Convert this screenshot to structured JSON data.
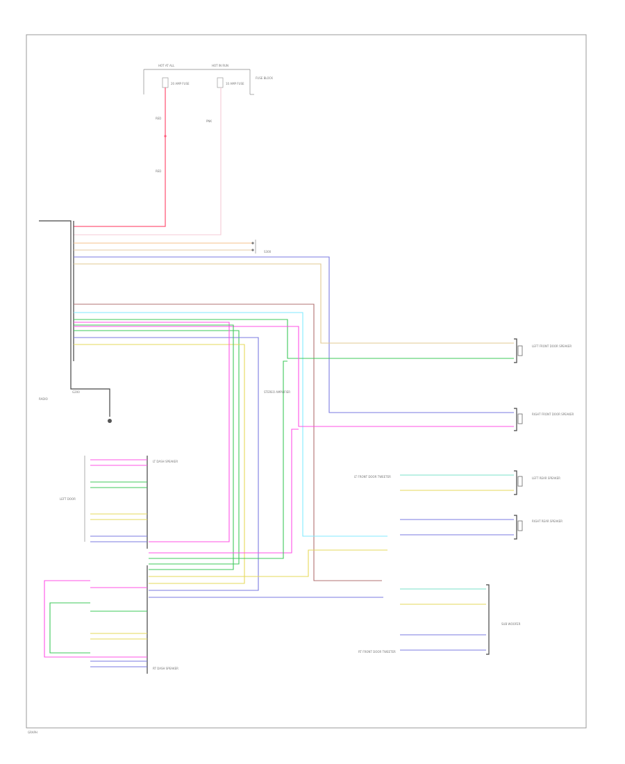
{
  "colors": {
    "red": "#ff5a7a",
    "pink": "#f58aa0",
    "orange": "#f5c08a",
    "tan": "#e0c890",
    "green": "#3cc85a",
    "blue": "#7a7ae0",
    "magenta": "#ff50e6",
    "cyan": "#60e6ff",
    "yellow": "#e6d85a",
    "brown": "#a06a6a",
    "gray": "#c8c8c8",
    "purple": "#9a80c0"
  },
  "labels": {
    "fuse_top_left": "HOT AT ALL",
    "fuse_top_right": "HOT IN RUN",
    "fuse_box": "FUSE BLOCK",
    "fuse1": "20 AMP FUSE",
    "fuse2": "10 AMP FUSE",
    "wire_red1": "RED",
    "wire_red2": "RED",
    "wire_pnk": "PNK",
    "radio": "RADIO",
    "ground": "G200",
    "splice1": "S300",
    "amp_label": "STEREO AMPLIFIER",
    "speaker_lf": "LEFT FRONT DOOR SPEAKER",
    "speaker_rf": "RIGHT FRONT DOOR SPEAKER",
    "speaker_lr": "LEFT REAR SPEAKER",
    "speaker_rr": "RIGHT REAR SPEAKER",
    "lf_door_label": "LEFT DOOR",
    "tweeter_l": "LT FRONT DOOR TWEETER",
    "tweeter_r": "RT FRONT DOOR TWEETER",
    "dash_l": "LT DASH SPEAKER",
    "dash_r": "RT DASH SPEAKER",
    "sub": "SUB WOOFER",
    "footer": "GRAPH"
  }
}
